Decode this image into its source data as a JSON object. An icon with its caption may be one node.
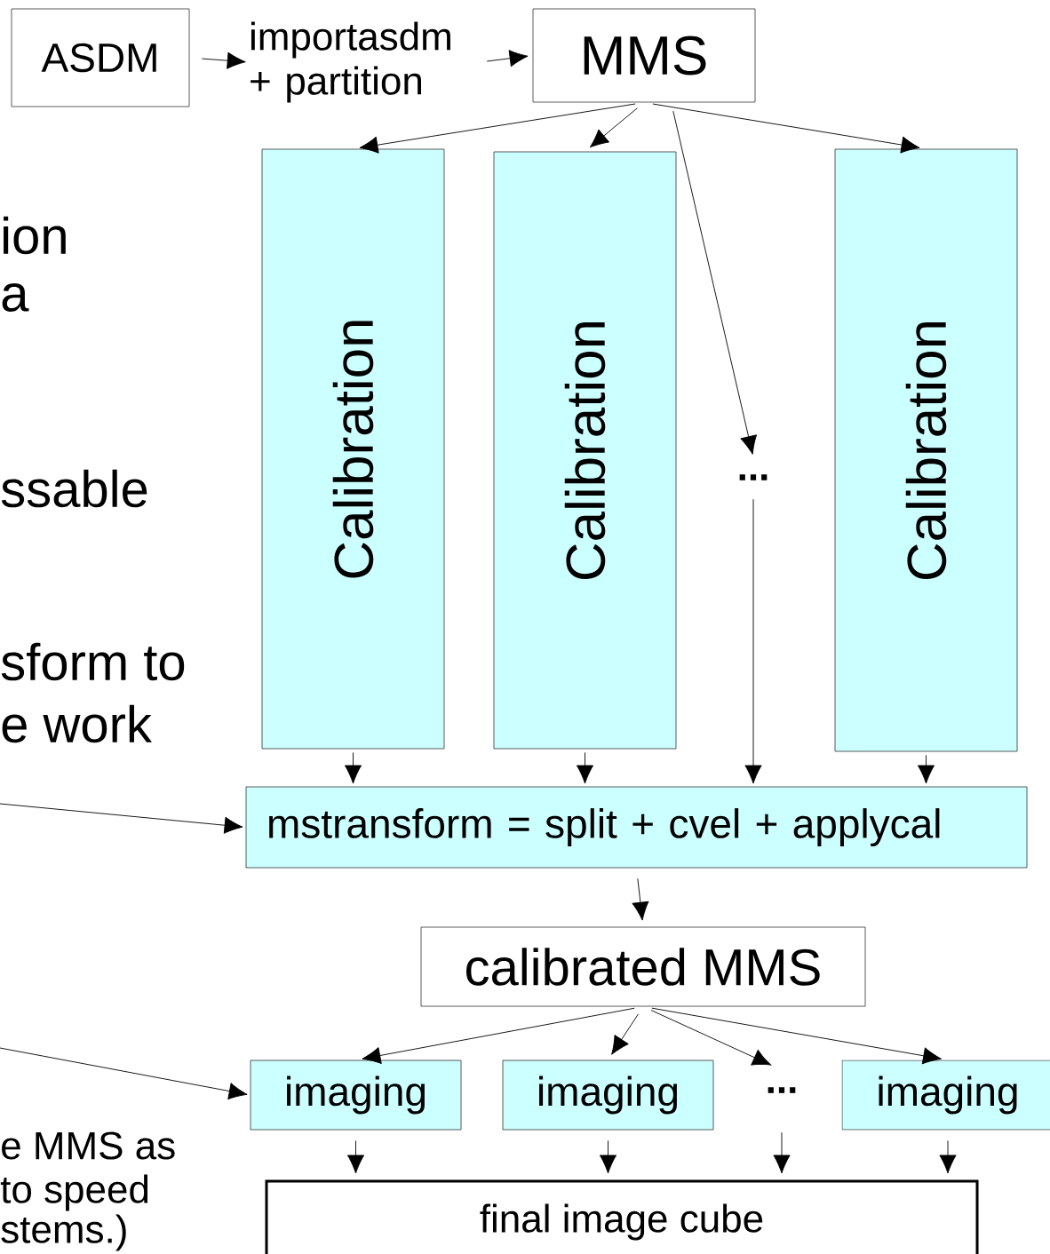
{
  "diagram": {
    "nodes": [
      {
        "text": [
          "ASDM"
        ]
      },
      {
        "text": [
          "importasdm + partition"
        ]
      },
      {
        "text": [
          "MMS"
        ]
      },
      {
        "text": [
          "Calibration"
        ]
      },
      {
        "text": [
          "Calibration"
        ]
      },
      {
        "text": [
          "..."
        ]
      },
      {
        "text": [
          "Calibration"
        ]
      },
      {
        "text": [
          "mstransform = split + cvel + applycal"
        ]
      },
      {
        "text": [
          "calibrated MMS"
        ]
      },
      {
        "text": [
          "imaging"
        ]
      },
      {
        "text": [
          "imaging"
        ]
      },
      {
        "text": [
          "..."
        ]
      },
      {
        "text": [
          "imaging"
        ]
      },
      {
        "text": [
          "final image cube"
        ]
      }
    ],
    "edges": [
      {
        "from": 0,
        "to": 1,
        "arrow": "to"
      },
      {
        "from": 1,
        "to": 2,
        "arrow": "to"
      },
      {
        "from": 2,
        "to": 3,
        "arrow": "to"
      },
      {
        "from": 2,
        "to": 4,
        "arrow": "to"
      },
      {
        "from": 2,
        "to": 5,
        "arrow": "to"
      },
      {
        "from": 2,
        "to": 6,
        "arrow": "to"
      },
      {
        "from": 3,
        "to": 7,
        "arrow": "to"
      },
      {
        "from": 4,
        "to": 7,
        "arrow": "to"
      },
      {
        "from": 5,
        "to": 7,
        "arrow": "to"
      },
      {
        "from": 6,
        "to": 7,
        "arrow": "to"
      },
      {
        "from": 7,
        "to": 8,
        "arrow": "to"
      },
      {
        "from": 8,
        "to": 9,
        "arrow": "to"
      },
      {
        "from": 8,
        "to": 10,
        "arrow": "to"
      },
      {
        "from": 8,
        "to": 11,
        "arrow": "to"
      },
      {
        "from": 8,
        "to": 12,
        "arrow": "to"
      },
      {
        "from": 9,
        "to": 13,
        "arrow": "to"
      },
      {
        "from": 10,
        "to": 13,
        "arrow": "to"
      },
      {
        "from": 11,
        "to": 13,
        "arrow": "to"
      },
      {
        "from": 12,
        "to": 13,
        "arrow": "to"
      },
      {
        "from": null,
        "to": 7,
        "arrow": "to"
      },
      {
        "from": null,
        "to": 9,
        "arrow": "to"
      }
    ],
    "labels": [
      "ion",
      "a",
      "ssable",
      "sform to",
      "e work",
      "e MMS as",
      "to speed",
      "stems.)"
    ]
  }
}
